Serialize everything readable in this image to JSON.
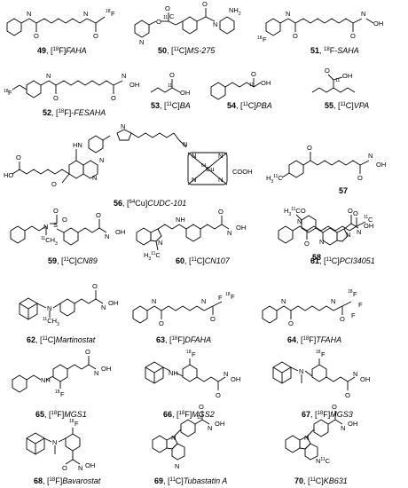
{
  "compounds": [
    {
      "num": "49",
      "iso": "[",
      "mass": "18",
      "el": "F]",
      "name": "FAHA"
    },
    {
      "num": "50",
      "iso": "[",
      "mass": "11",
      "el": "C]",
      "name": "MS-275"
    },
    {
      "num": "51",
      "iso": "",
      "mass": "18",
      "el": "F-",
      "name": "SAHA"
    },
    {
      "num": "52",
      "iso": "[",
      "mass": "18",
      "el": "F]-",
      "name": "FESAHA"
    },
    {
      "num": "53",
      "iso": "[",
      "mass": "11",
      "el": "C]",
      "name": "BA"
    },
    {
      "num": "54",
      "iso": "[",
      "mass": "11",
      "el": "C]",
      "name": "PBA"
    },
    {
      "num": "55",
      "iso": "[",
      "mass": "11",
      "el": "C]",
      "name": "VPA"
    },
    {
      "num": "56",
      "iso": "[",
      "mass": "64",
      "el": "Cu]",
      "name": "CUDC-101"
    },
    {
      "num": "57",
      "iso": "",
      "mass": "",
      "el": "",
      "name": ""
    },
    {
      "num": "58",
      "iso": "",
      "mass": "",
      "el": "",
      "name": ""
    },
    {
      "num": "59",
      "iso": "[",
      "mass": "11",
      "el": "C]",
      "name": "CN89"
    },
    {
      "num": "60",
      "iso": "[",
      "mass": "11",
      "el": "C]",
      "name": "CN107"
    },
    {
      "num": "61",
      "iso": "[",
      "mass": "11",
      "el": "C]",
      "name": "PCI34051"
    },
    {
      "num": "62",
      "iso": "[",
      "mass": "11",
      "el": "C]",
      "name": "Martinostat"
    },
    {
      "num": "63",
      "iso": "[",
      "mass": "18",
      "el": "F]",
      "name": "DFAHA"
    },
    {
      "num": "64",
      "iso": "[",
      "mass": "18",
      "el": "F]",
      "name": "TFAHA"
    },
    {
      "num": "65",
      "iso": "[",
      "mass": "18",
      "el": "F]",
      "name": "MGS1"
    },
    {
      "num": "66",
      "iso": "[",
      "mass": "18",
      "el": "F]",
      "name": "MGS2"
    },
    {
      "num": "67",
      "iso": "[",
      "mass": "18",
      "el": "F]",
      "name": "MGS3"
    },
    {
      "num": "68",
      "iso": "[",
      "mass": "18",
      "el": "F]",
      "name": "Bavarostat"
    },
    {
      "num": "69",
      "iso": "[",
      "mass": "11",
      "el": "C]",
      "name": "Tubastatin A"
    },
    {
      "num": "70",
      "iso": "[",
      "mass": "11",
      "el": "C]",
      "name": "KB631"
    }
  ],
  "atoms": {
    "n": "N",
    "h": "H",
    "o": "O",
    "oh": "OH",
    "nh2": "NH",
    "two": "2",
    "f18": "18",
    "F": "F",
    "c11": "11",
    "C": "C",
    "cooh": "COOH",
    "cu": "64",
    "Cu": "Cu",
    "h3": "H",
    "three": "3",
    "s": "S"
  }
}
